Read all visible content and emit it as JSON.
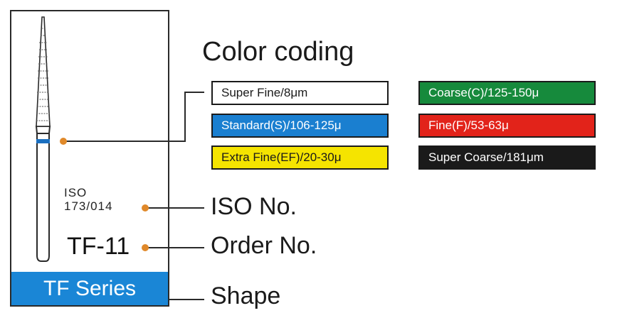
{
  "product": {
    "iso_label": "ISO",
    "iso_value": "173/014",
    "order_no": "TF-11",
    "series": "TF Series"
  },
  "legend": {
    "title": "Color coding",
    "iso_field": "ISO No.",
    "order_field": "Order No.",
    "shape_field": "Shape"
  },
  "color_codes": [
    {
      "label": "Super Fine/8μm",
      "fill": "#ffffff",
      "text_color": "#1a1a1a"
    },
    {
      "label": "Standard(S)/106-125μ",
      "fill": "#1a7fd0",
      "text_color": "#ffffff"
    },
    {
      "label": "Extra Fine(EF)/20-30μ",
      "fill": "#f5e400",
      "text_color": "#1a1a1a"
    },
    {
      "label": "Coarse(C)/125-150μ",
      "fill": "#168a3c",
      "text_color": "#ffffff"
    },
    {
      "label": "Fine(F)/53-63μ",
      "fill": "#e2231a",
      "text_color": "#ffffff"
    },
    {
      "label": "Super Coarse/181μm",
      "fill": "#1a1a1a",
      "text_color": "#ffffff"
    }
  ],
  "colors": {
    "accent_orange": "#e0892a",
    "series_blue": "#1a86d6",
    "band_blue": "#1a6fc0",
    "line": "#2a2a2a"
  }
}
